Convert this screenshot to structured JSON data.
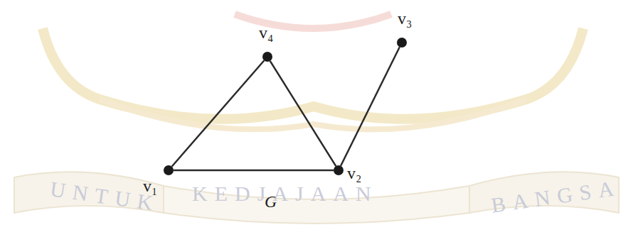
{
  "diagram": {
    "nodes": [
      {
        "text": [
          "v₁"
        ]
      },
      {
        "text": [
          "v₂"
        ]
      },
      {
        "text": [
          "v₃"
        ]
      },
      {
        "text": [
          "v₄"
        ]
      }
    ],
    "edges": [
      {
        "from": 0,
        "to": 3,
        "arrow": "none"
      },
      {
        "from": 3,
        "to": 1,
        "arrow": "none"
      },
      {
        "from": 0,
        "to": 1,
        "arrow": "none"
      },
      {
        "from": 1,
        "to": 2,
        "arrow": "none"
      }
    ],
    "labels": [
      "G",
      "UNTUK",
      "KEDJAJAAN",
      "BANGSA"
    ]
  }
}
